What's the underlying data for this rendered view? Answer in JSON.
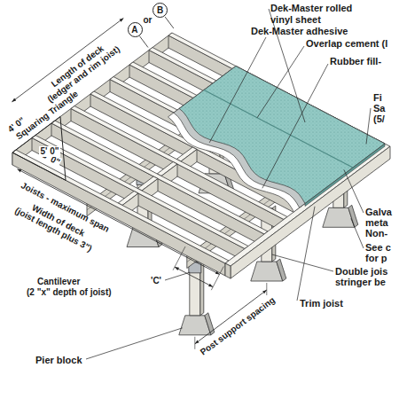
{
  "diagram": {
    "nodes": [
      {
        "text": [
          "A"
        ]
      },
      {
        "text": [
          "B"
        ]
      }
    ],
    "labels": [
      "Dek-Master rolled",
      "vinyl sheet",
      "Dek-Master adhesive",
      "Overlap cement (l",
      "Rubber fill-",
      "Fi",
      "Sa",
      "(5/",
      "Galva",
      "meta",
      "Non-",
      "See c",
      "for p",
      "Double jois",
      "stringer be",
      "Trim joist",
      "Post support spacing",
      "Pier block",
      "Cantilever",
      "(2 \"x\" depth of joist)",
      "'C'",
      "Width of deck",
      "(joist length plus 3\")",
      "Joists - maximum span",
      "3' 0\"",
      "5' 0\"",
      "4' 0\"",
      "Squaring Triangle",
      "Length of deck",
      "(ledger and rim joist)",
      "or"
    ]
  }
}
